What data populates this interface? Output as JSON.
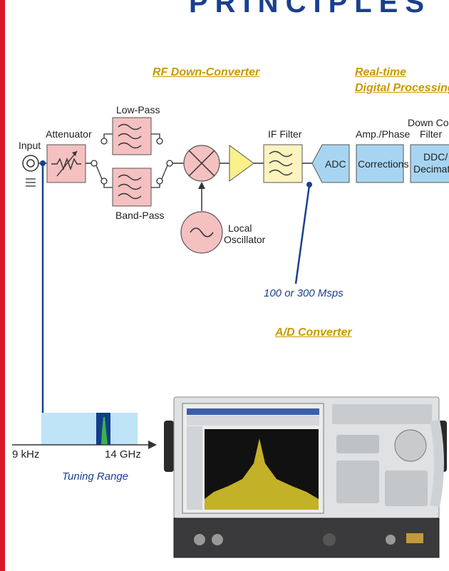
{
  "header": {
    "title_fragment": "PRINCIPLES"
  },
  "sections": {
    "rf_down_converter": "RF Down-Converter",
    "realtime_line1": "Real-time",
    "realtime_line2": "Digital Processing",
    "ad_converter": "A/D Converter"
  },
  "blocks": {
    "input": "Input",
    "attenuator": "Attenuator",
    "low_pass": "Low-Pass",
    "band_pass": "Band-Pass",
    "local_line1": "Local",
    "local_line2": "Oscillator",
    "if_filter": "IF Filter",
    "adc": "ADC",
    "amp_phase": "Amp./Phase",
    "corrections": "Corrections",
    "down_conv_line1": "Down Conv",
    "down_conv_line2": "Filter",
    "ddc_line1": "DDC/",
    "ddc_line2": "Decimatio"
  },
  "sample_rate": "100 or 300 Msps",
  "tuning": {
    "start": "9 kHz",
    "stop": "14 GHz",
    "label": "Tuning Range"
  },
  "colors": {
    "accent_red": "#d8182b",
    "title_blue": "#1a3f8f",
    "section_gold": "#c79a00",
    "attenuator_fill": "#f5c0c0",
    "filter_fill": "#fdf3bf",
    "amp_fill": "#fbf08a",
    "dsp_fill": "#a7d5f1",
    "tuning_fill": "#bfe3f7"
  }
}
